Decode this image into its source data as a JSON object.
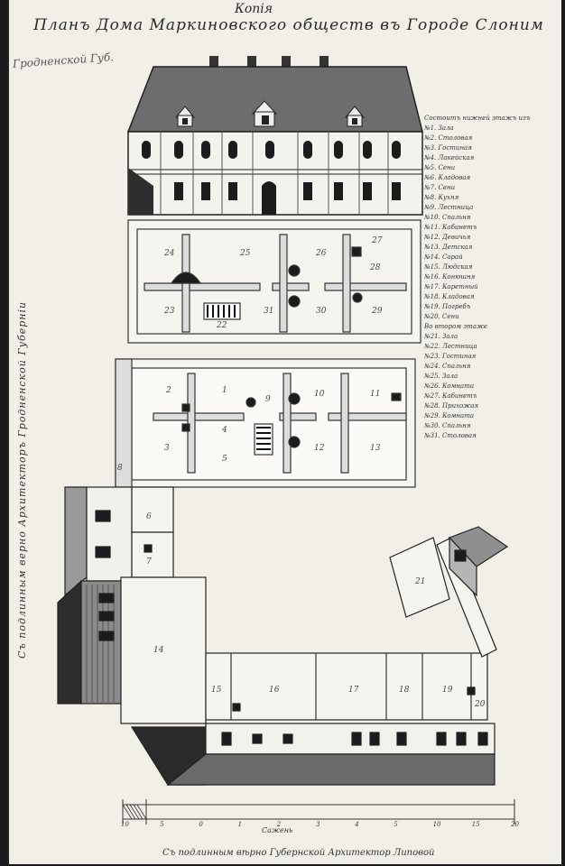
{
  "document": {
    "kopiya": "Копія",
    "title": "Планъ Дома Маркиновского обществ въ Городе Слоним",
    "subtitle": "Гродненской Губ.",
    "side_note": "Съ подлинным верно Архитекторъ Гродненской Губерніи",
    "signature": "Съ подлинным вѣрно Губернской Архитектор Липовой",
    "scale_label": "Сажень",
    "scale_ticks": [
      "10",
      "5",
      "0",
      "1",
      "2",
      "3",
      "4",
      "5",
      "10",
      "15",
      "20"
    ],
    "legend": [
      "Состоитъ нижней этажъ изъ",
      "№1. Зала",
      "№2. Столовая",
      "№3. Гостиная",
      "№4. Лакейская",
      "№5. Сени",
      "№6. Кладовая",
      "№7. Сени",
      "№8. Кухня",
      "№9. Лестница",
      "№10. Спальня",
      "№11. Кабинетъ",
      "№12. Девичья",
      "№13. Детская",
      "№14. Сарай",
      "№15. Людская",
      "№16. Конюшня",
      "№17. Каретный",
      "№18. Кладовая",
      "№19. Погребъ",
      "№20. Сени",
      "Во втором этаже",
      "№21. Зала",
      "№22. Лестница",
      "№23. Гостиная",
      "№24. Спальня",
      "№25. Зала",
      "№26. Комната",
      "№27. Кабинетъ",
      "№28. Прихожая",
      "№29. Комната",
      "№30. Спальня",
      "№31. Столовая"
    ],
    "room_numbers": {
      "upper": [
        "24",
        "25",
        "26",
        "27",
        "28",
        "23",
        "22",
        "31",
        "30",
        "29"
      ],
      "lower": [
        "1",
        "2",
        "3",
        "4",
        "5",
        "9",
        "10",
        "11",
        "12",
        "13"
      ],
      "wing": [
        "6",
        "7",
        "8",
        "14",
        "15",
        "16",
        "17",
        "18",
        "19",
        "20",
        "21"
      ]
    }
  }
}
